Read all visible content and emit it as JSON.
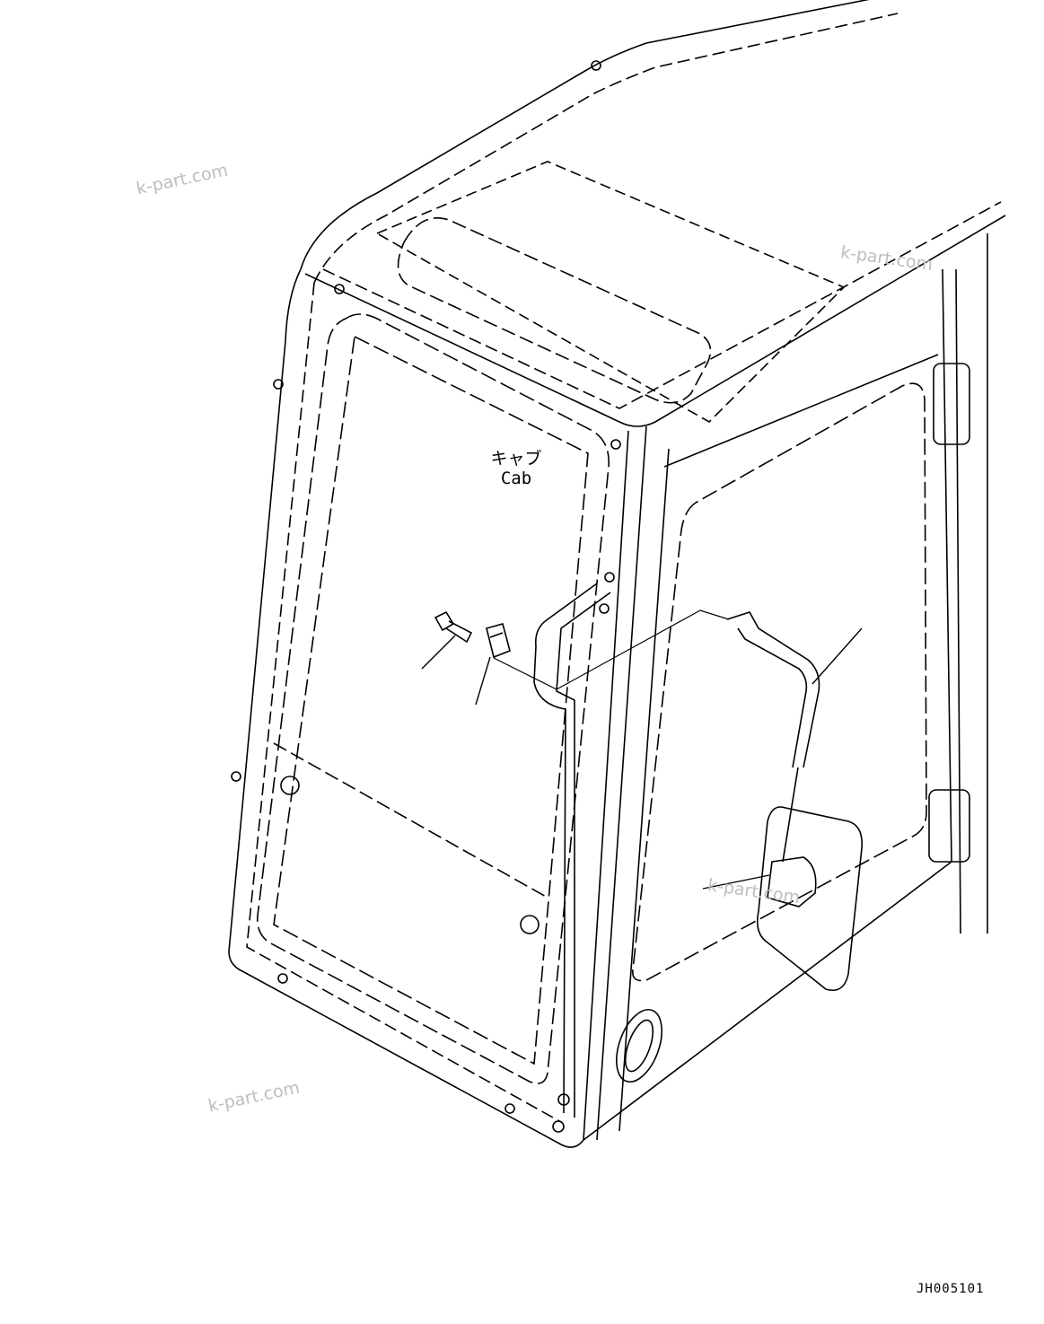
{
  "diagram": {
    "part_label_jp": "キャブ",
    "part_label_en": "Cab",
    "drawing_code": "JH005101",
    "watermarks": [
      "k-part.com",
      "k-part.com",
      "k-part.com",
      "k-part.com"
    ],
    "line_color": "#000000",
    "watermark_color": "#bdbdbd"
  }
}
